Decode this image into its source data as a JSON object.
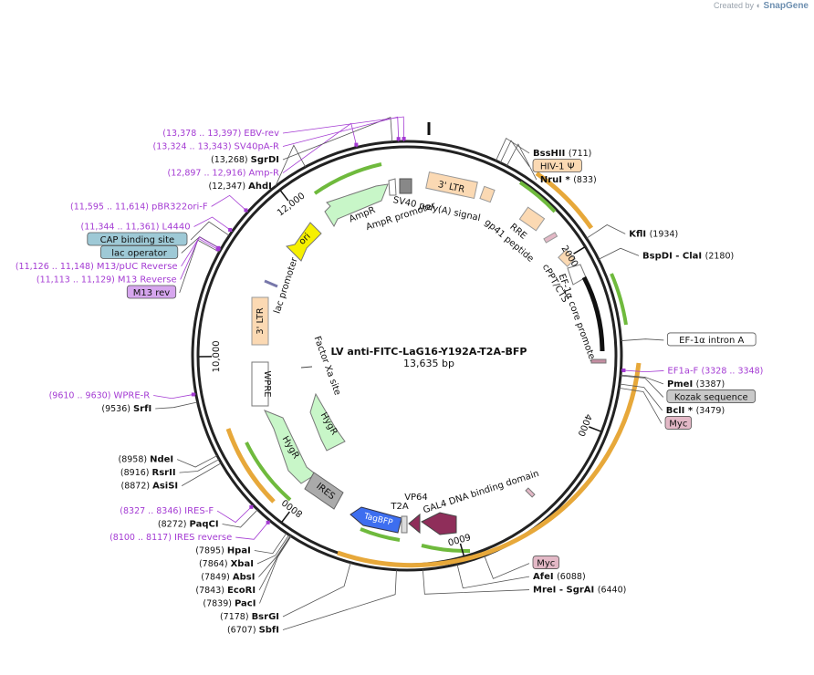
{
  "plasmid": {
    "name": "LV anti-FITC-LaG16-Y192A-T2A-BFP",
    "length": 13635,
    "length_label": "13,635 bp"
  },
  "branding": {
    "prefix": "Created by",
    "name": "SnapGene"
  },
  "colors": {
    "site_label": "#111111",
    "primer_label": "#a43bd3",
    "feature_box_blue": "#9ec9d6",
    "feature_box_pink": "#e3b8c6",
    "feature_box_purple": "#d6a6ee",
    "ltr": "#fbd9b3",
    "ampr": "#c8f6c8",
    "ori": "#f6f000",
    "ires": "#aaaaaa",
    "tagbfp": "#3d6ef0",
    "vp64": "#8f2e5a",
    "orf_orange": "#e7a83a",
    "orf_green": "#6fba3d"
  },
  "ticks": [
    {
      "pos": 2000,
      "label": "2000"
    },
    {
      "pos": 4000,
      "label": "4000"
    },
    {
      "pos": 6000,
      "label": "6000"
    },
    {
      "pos": 8000,
      "label": "8000"
    },
    {
      "pos": 10000,
      "label": "10,000"
    },
    {
      "pos": 12000,
      "label": "12,000"
    }
  ],
  "outer_labels": [
    {
      "name": "BssHII",
      "coord": "(711)",
      "kind": "site",
      "pos": 711
    },
    {
      "name": "HIV-1 Ψ",
      "kind": "box",
      "box": "ltr",
      "pos": 760
    },
    {
      "name": "NruI *",
      "coord": "(833)",
      "kind": "site",
      "pos": 833
    },
    {
      "name": "KflI",
      "coord": "(1934)",
      "kind": "site",
      "pos": 1934
    },
    {
      "name": "BspDI - ClaI",
      "coord": "(2180)",
      "kind": "site",
      "pos": 2180
    },
    {
      "name": "EF-1α intron A",
      "kind": "box",
      "box": "white",
      "pos": 3040
    },
    {
      "name": "EF1a-F",
      "coord": "(3328 .. 3348)",
      "kind": "primer",
      "pos": 3338
    },
    {
      "name": "PmeI",
      "coord": "(3387)",
      "kind": "site",
      "pos": 3387
    },
    {
      "name": "Kozak sequence",
      "kind": "box",
      "box": "grey",
      "pos": 3395
    },
    {
      "name": "BclI *",
      "coord": "(3479)",
      "kind": "site",
      "pos": 3479
    },
    {
      "name": "Myc",
      "kind": "box",
      "box": "pink",
      "pos": 3520
    },
    {
      "name": "Myc",
      "kind": "box",
      "box": "pink",
      "pos": 5800
    },
    {
      "name": "AfeI",
      "coord": "(6088)",
      "kind": "site",
      "pos": 6088
    },
    {
      "name": "MreI - SgrAI",
      "coord": "(6440)",
      "kind": "site",
      "pos": 6440
    },
    {
      "name": "SbfI",
      "coord": "(6707)",
      "kind": "site",
      "pos": 6707
    },
    {
      "name": "BsrGI",
      "coord": "(7178)",
      "kind": "site",
      "pos": 7178
    },
    {
      "name": "PacI",
      "coord": "(7839)",
      "kind": "site",
      "pos": 7839
    },
    {
      "name": "EcoRI",
      "coord": "(7843)",
      "kind": "site",
      "pos": 7843
    },
    {
      "name": "AbsI",
      "coord": "(7849)",
      "kind": "site",
      "pos": 7849
    },
    {
      "name": "XbaI",
      "coord": "(7864)",
      "kind": "site",
      "pos": 7864
    },
    {
      "name": "HpaI",
      "coord": "(7895)",
      "kind": "site",
      "pos": 7895
    },
    {
      "name": "IRES reverse",
      "coord": "(8100 .. 8117)",
      "kind": "primer",
      "pos": 8108
    },
    {
      "name": "PaqCI",
      "coord": "(8272)",
      "kind": "site",
      "pos": 8272
    },
    {
      "name": "IRES-F",
      "coord": "(8327 .. 8346)",
      "kind": "primer",
      "pos": 8336
    },
    {
      "name": "AsiSI",
      "coord": "(8872)",
      "kind": "site",
      "pos": 8872
    },
    {
      "name": "RsrII",
      "coord": "(8916)",
      "kind": "site",
      "pos": 8916
    },
    {
      "name": "NdeI",
      "coord": "(8958)",
      "kind": "site",
      "pos": 8958
    },
    {
      "name": "SrfI",
      "coord": "(9536)",
      "kind": "site",
      "pos": 9536
    },
    {
      "name": "WPRE-R",
      "coord": "(9610 .. 9630)",
      "kind": "primer",
      "pos": 9620
    },
    {
      "name": "M13 rev",
      "kind": "box",
      "box": "purple",
      "pos": 11105
    },
    {
      "name": "M13 Reverse",
      "coord": "(11,113 .. 11,129)",
      "kind": "primer",
      "pos": 11121
    },
    {
      "name": "lac operator",
      "kind": "box",
      "box": "blue",
      "pos": 11140
    },
    {
      "name": "M13/pUC Reverse",
      "coord": "(11,126 .. 11,148)",
      "kind": "primer",
      "pos": 11137
    },
    {
      "name": "CAP binding site",
      "kind": "box",
      "box": "blue",
      "pos": 11300
    },
    {
      "name": "L4440",
      "coord": "(11,344 .. 11,361)",
      "kind": "primer",
      "pos": 11352
    },
    {
      "name": "pBR322ori-F",
      "coord": "(11,595 .. 11,614)",
      "kind": "primer",
      "pos": 11604
    },
    {
      "name": "AhdI",
      "coord": "(12,347)",
      "kind": "site",
      "pos": 12347
    },
    {
      "name": "Amp-R",
      "coord": "(12,897 .. 12,916)",
      "kind": "primer",
      "pos": 12906
    },
    {
      "name": "SgrDI",
      "coord": "(13,268)",
      "kind": "site",
      "pos": 13268
    },
    {
      "name": "SV40pA-R",
      "coord": "(13,324 .. 13,343)",
      "kind": "primer",
      "pos": 13333
    },
    {
      "name": "EBV-rev",
      "coord": "(13,378 .. 13,397)",
      "kind": "primer",
      "pos": 13387
    }
  ],
  "inner_labels": [
    {
      "text": "3' LTR",
      "kind": "box"
    },
    {
      "text": "SV40 poly(A) signal"
    },
    {
      "text": "AmpR"
    },
    {
      "text": "AmpR promoter"
    },
    {
      "text": "ori"
    },
    {
      "text": "RRE"
    },
    {
      "text": "gp41 peptide"
    },
    {
      "text": "cPPT/CTS"
    },
    {
      "text": "EF-1α core promoter"
    },
    {
      "text": "lac promoter"
    },
    {
      "text": "3' LTR",
      "kind": "box"
    },
    {
      "text": "Factor Xa site"
    },
    {
      "text": "WPRE"
    },
    {
      "text": "HygR"
    },
    {
      "text": "HygR"
    },
    {
      "text": "IRES"
    },
    {
      "text": "TagBFP"
    },
    {
      "text": "T2A"
    },
    {
      "text": "VP64"
    },
    {
      "text": "GAL4 DNA binding domain"
    }
  ]
}
